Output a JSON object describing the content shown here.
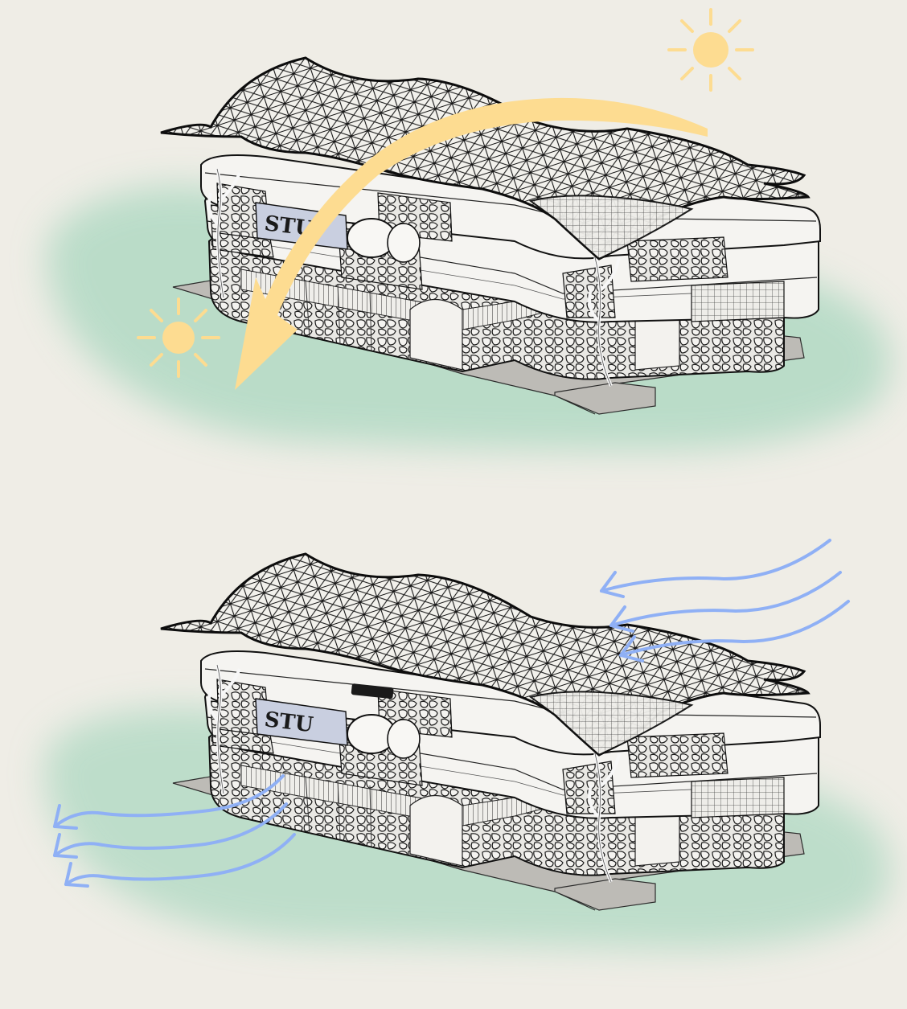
{
  "colors": {
    "background": "#efede6",
    "vegetation_wash": "#a9d7bf",
    "sun": "#fddc91",
    "sun_path_arrow": "#fddc91",
    "wind_arrows": "#8fb0f5",
    "linework": "#1a1a1a",
    "glass_tint": "#c9cfe0",
    "ground_slab": "#bdbbb6"
  },
  "panels": [
    {
      "id": "sun-study",
      "building": {
        "sign_text": "STU"
      },
      "icons": [
        "sun-icon",
        "sun-icon",
        "sun-path-arrow-icon"
      ]
    },
    {
      "id": "wind-study",
      "building": {
        "sign_text": "STU",
        "small_sign_text": ""
      },
      "icons": [
        "wind-arrows-icon",
        "wind-arrows-icon"
      ]
    }
  ]
}
